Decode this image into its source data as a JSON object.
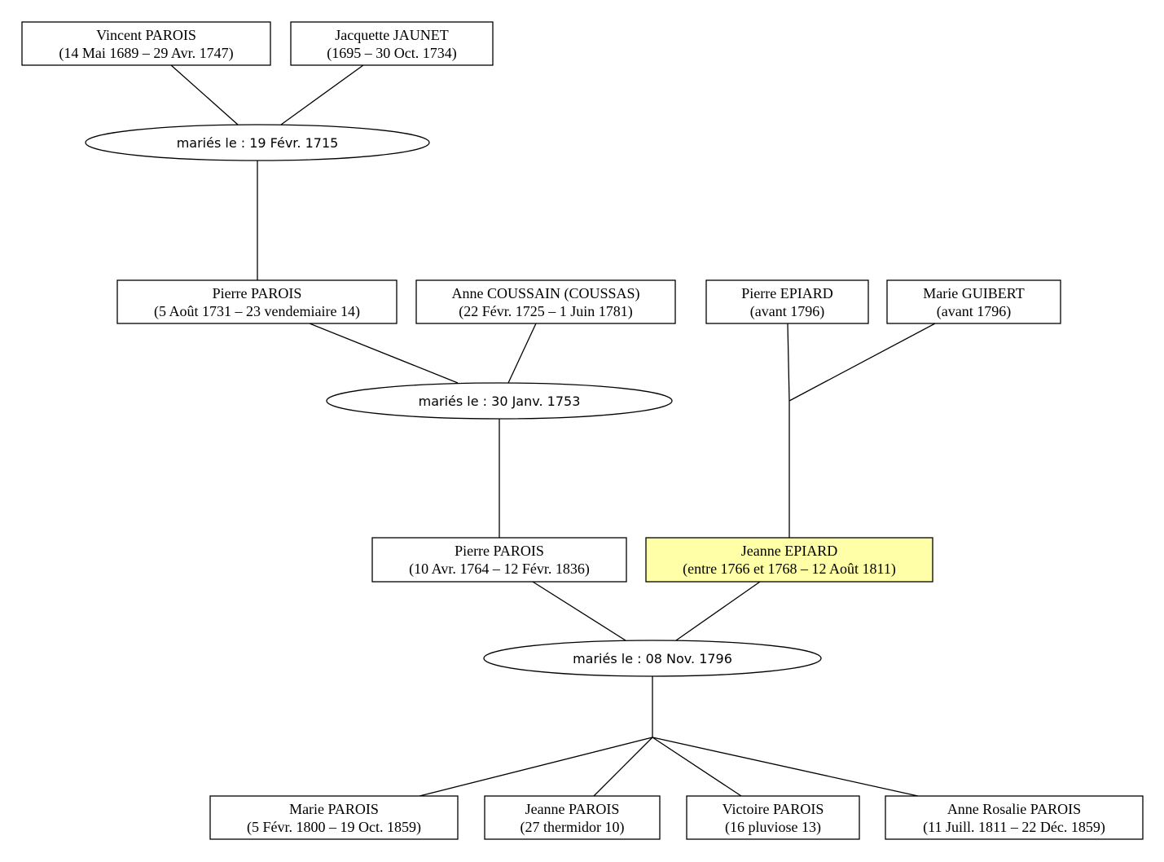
{
  "colors": {
    "highlight": "#ffffa8",
    "border": "#000000",
    "background": "#ffffff"
  },
  "persons": [
    {
      "id": "vincent-parois",
      "name": "Vincent PAROIS",
      "dates": "(14 Mai 1689 – 29 Avr. 1747)",
      "highlight": false
    },
    {
      "id": "jacquette-jaunet",
      "name": "Jacquette JAUNET",
      "dates": "(1695 – 30 Oct. 1734)",
      "highlight": false
    },
    {
      "id": "pierre-parois-1731",
      "name": "Pierre PAROIS",
      "dates": "(5 Août 1731 – 23 vendemiaire 14)",
      "highlight": false
    },
    {
      "id": "anne-coussain",
      "name": "Anne COUSSAIN (COUSSAS)",
      "dates": "(22 Févr. 1725 – 1 Juin 1781)",
      "highlight": false
    },
    {
      "id": "pierre-epiard",
      "name": "Pierre EPIARD",
      "dates": "(avant 1796)",
      "highlight": false
    },
    {
      "id": "marie-guibert",
      "name": "Marie GUIBERT",
      "dates": "(avant 1796)",
      "highlight": false
    },
    {
      "id": "pierre-parois-1764",
      "name": "Pierre PAROIS",
      "dates": "(10 Avr. 1764 – 12 Févr. 1836)",
      "highlight": false
    },
    {
      "id": "jeanne-epiard",
      "name": "Jeanne EPIARD",
      "dates": "(entre 1766 et 1768 – 12 Août 1811)",
      "highlight": true
    },
    {
      "id": "marie-parois",
      "name": "Marie PAROIS",
      "dates": "(5 Févr. 1800 – 19 Oct. 1859)",
      "highlight": false
    },
    {
      "id": "jeanne-parois",
      "name": "Jeanne PAROIS",
      "dates": "(27 thermidor 10)",
      "highlight": false
    },
    {
      "id": "victoire-parois",
      "name": "Victoire PAROIS",
      "dates": "(16 pluviose 13)",
      "highlight": false
    },
    {
      "id": "anne-rosalie-parois",
      "name": "Anne Rosalie PAROIS",
      "dates": "(11 Juill. 1811 – 22 Déc. 1859)",
      "highlight": false
    }
  ],
  "marriages": [
    {
      "id": "marriage-1715",
      "label": "mariés le : 19 Févr. 1715",
      "spouses": [
        "vincent-parois",
        "jacquette-jaunet"
      ],
      "children": [
        "pierre-parois-1731"
      ]
    },
    {
      "id": "marriage-1753",
      "label": "mariés le : 30 Janv. 1753",
      "spouses": [
        "pierre-parois-1731",
        "anne-coussain"
      ],
      "children": [
        "pierre-parois-1764"
      ]
    },
    {
      "id": "marriage-epiard",
      "label": "",
      "spouses": [
        "pierre-epiard",
        "marie-guibert"
      ],
      "children": [
        "jeanne-epiard"
      ]
    },
    {
      "id": "marriage-1796",
      "label": "mariés le : 08 Nov. 1796",
      "spouses": [
        "pierre-parois-1764",
        "jeanne-epiard"
      ],
      "children": [
        "marie-parois",
        "jeanne-parois",
        "victoire-parois",
        "anne-rosalie-parois"
      ]
    }
  ]
}
